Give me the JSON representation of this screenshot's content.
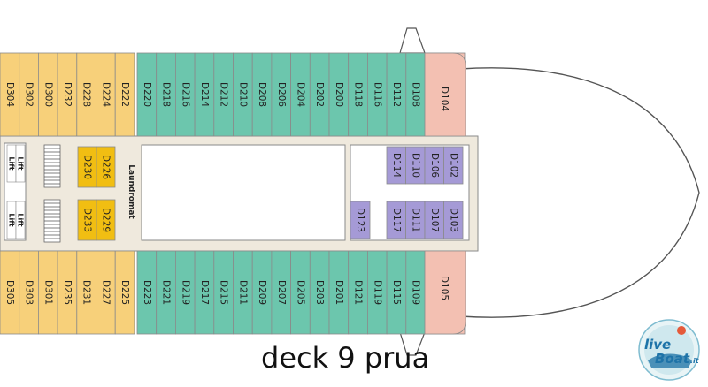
{
  "caption": "deck 9 prua",
  "colors": {
    "yellow": "#f7d07a",
    "teal": "#6cc6ad",
    "pink": "#f3c0b2",
    "purple": "#a59ad6",
    "gold": "#f1be12",
    "corridor": "#efe9dd",
    "outline": "#8a8a8a"
  },
  "top_row": {
    "yellow": [
      "D304",
      "D302",
      "D300",
      "D232",
      "D228",
      "D224",
      "D222"
    ],
    "teal": [
      "D220",
      "D218",
      "D216",
      "D214",
      "D212",
      "D210",
      "D208",
      "D206",
      "D204",
      "D202",
      "D200",
      "D118",
      "D116",
      "D112",
      "D108"
    ],
    "pink": [
      "D104"
    ]
  },
  "bottom_row": {
    "yellow": [
      "D305",
      "D303",
      "D301",
      "D235",
      "D231",
      "D227",
      "D225"
    ],
    "teal": [
      "D223",
      "D221",
      "D219",
      "D217",
      "D215",
      "D211",
      "D209",
      "D207",
      "D205",
      "D203",
      "D201",
      "D121",
      "D119",
      "D115",
      "D109"
    ],
    "pink": [
      "D105"
    ]
  },
  "center_gold": {
    "top": [
      "D230",
      "D226"
    ],
    "bottom": [
      "D233",
      "D229"
    ]
  },
  "center_purple": {
    "top": [
      "D114",
      "D110",
      "D106",
      "D102"
    ],
    "bottom": [
      "D117",
      "D111",
      "D107",
      "D103"
    ],
    "single": "D123"
  },
  "lifts": [
    "Lift",
    "Lift",
    "Lift",
    "Lift"
  ],
  "laundromat": "Laundromat",
  "logo": {
    "top": "live",
    "bottom": "Boat",
    "suffix": ".it"
  }
}
